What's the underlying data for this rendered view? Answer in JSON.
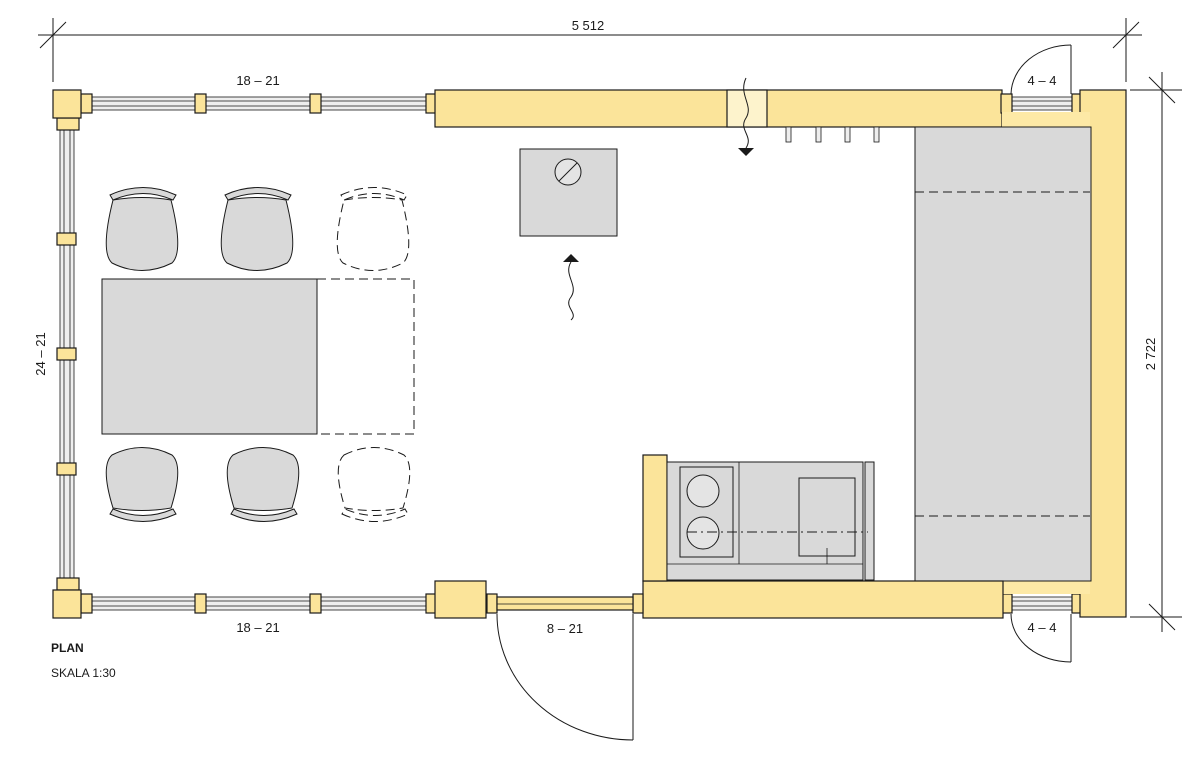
{
  "drawing": {
    "title": "PLAN",
    "scale": "SKALA 1:30"
  },
  "dimensions": {
    "overall_width": "5 512",
    "overall_depth": "2 722",
    "window_top_left": "18 – 21",
    "window_bottom_left": "18 – 21",
    "window_left_side": "24 – 21",
    "door_front": "8 – 21",
    "window_top_right": "4 – 4",
    "window_bottom_right": "4 – 4"
  },
  "colors": {
    "wood": "#fbe49a",
    "furniture_grey": "#d9d9d9",
    "glass": "#eeeeee",
    "line": "#1a1a1a"
  }
}
